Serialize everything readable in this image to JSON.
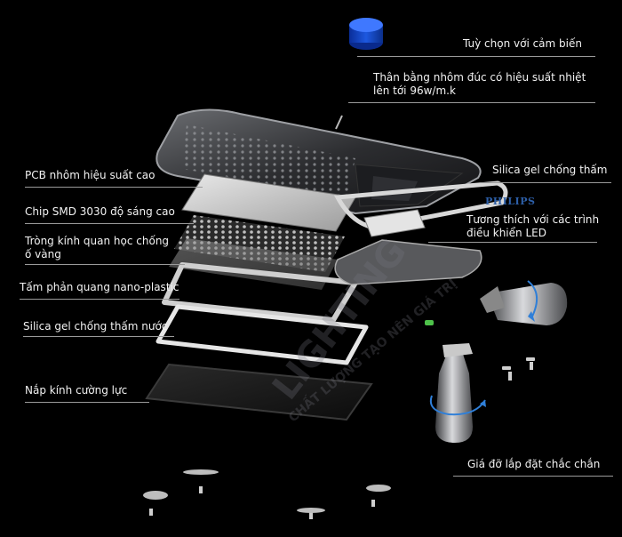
{
  "labels": {
    "sensor_option": "Tuỳ chọn với cảm biến",
    "housing_line1": "Thân bằng nhôm đúc có hiệu suất nhiệt",
    "housing_line2": "lên tới 96w/m.k",
    "pcb": "PCB nhôm hiệu suất cao",
    "chip": "Chip SMD 3030 độ sáng cao",
    "lens_line1": "Tròng kính quan học chống",
    "lens_line2": "ố vàng",
    "reflector": "Tấm phản quang nano-plastic",
    "silica_left": "Silica gel chống thấm nước",
    "glass": "Nắp kính cường lực",
    "silica_right": "Silica gel chống thấm",
    "driver_line1": "Tương thích với các trình",
    "driver_line2": "điều khiển LED",
    "mount": "Giá đỡ lắp đặt chắc chắn"
  },
  "brand": "PHILIPS",
  "watermark": {
    "main": "LIGHTING",
    "sub": "CHẤT LƯỢNG TẠO NÊN GIÁ TRỊ"
  },
  "colors": {
    "background": "#000000",
    "text": "#f2f2f2",
    "leader": "#9a9a9a",
    "sensor": "#1a4fd0",
    "brand": "#2d5fa8",
    "arrow": "#2f7fd8"
  }
}
